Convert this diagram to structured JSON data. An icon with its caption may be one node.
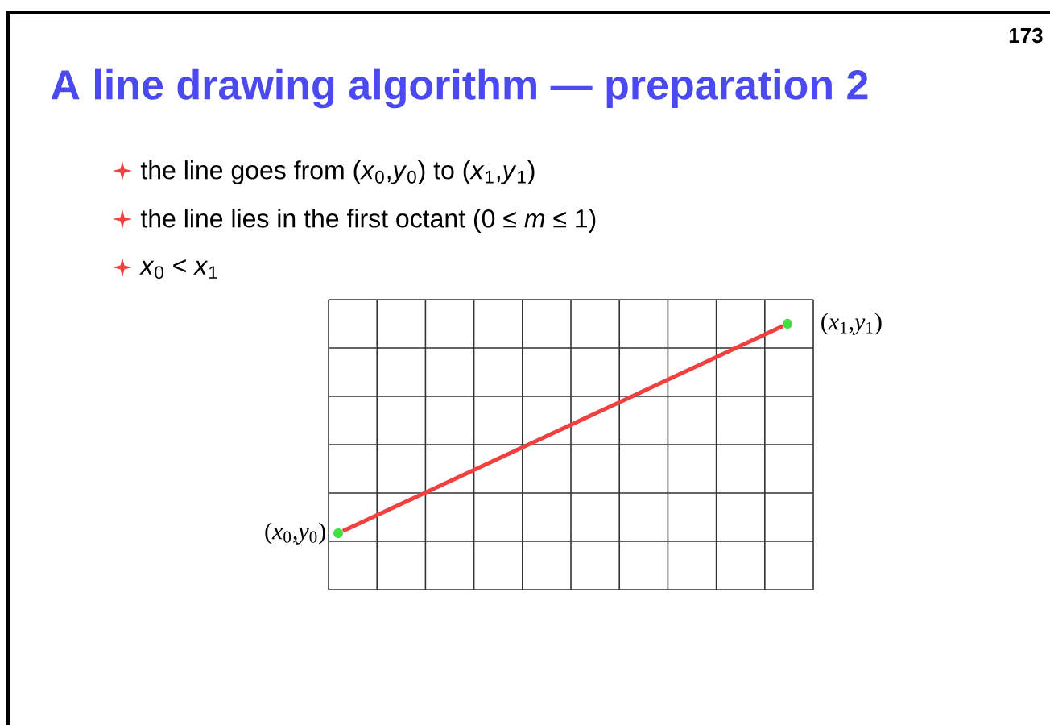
{
  "diagram": {
    "title": "A line drawing algorithm — preparation 2",
    "nodes": [
      {
        "text": [],
        "shape": "circle",
        "beside": [
          "(*x*$_{0}$,*y*$_{0}$)"
        ]
      },
      {
        "text": [],
        "shape": "circle",
        "beside": [
          "(*x*$_{1}$,*y*$_{1}$)"
        ]
      }
    ],
    "edges": [
      {
        "from": 0,
        "to": 1,
        "arrow": "none",
        "color": "#f04040"
      }
    ],
    "labels": [
      "173",
      "the line goes from (*x*$_{0}$,*y*$_{0}$) to (*x*$_{1}$,*y*$_{1}$)",
      "the line lies in the first octant (0 ≤ *m* ≤ 1)",
      "*x*$_{0}$ < *x*$_{1}$"
    ]
  }
}
